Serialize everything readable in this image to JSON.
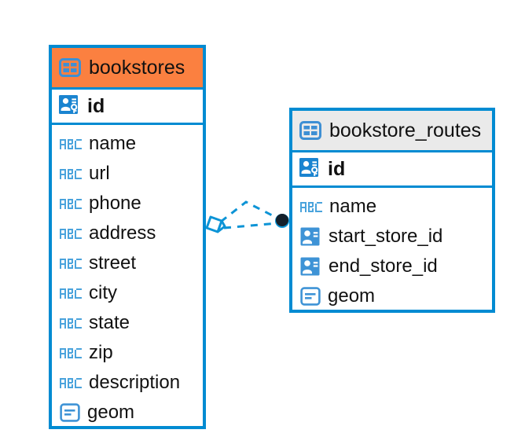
{
  "diagram": {
    "type": "entity-relationship-diagram",
    "background_color": "#ffffff",
    "accent_color": "#008BD2",
    "entities": [
      {
        "id": "bookstores",
        "name": "bookstores",
        "header_color": "#FB8040",
        "icon": "table-icon",
        "primary_key": {
          "name": "id",
          "icon": "primary-key-icon"
        },
        "fields": [
          {
            "name": "name",
            "icon": "abc-text-icon"
          },
          {
            "name": "url",
            "icon": "abc-text-icon"
          },
          {
            "name": "phone",
            "icon": "abc-text-icon"
          },
          {
            "name": "address",
            "icon": "abc-text-icon"
          },
          {
            "name": "street",
            "icon": "abc-text-icon"
          },
          {
            "name": "city",
            "icon": "abc-text-icon"
          },
          {
            "name": "state",
            "icon": "abc-text-icon"
          },
          {
            "name": "zip",
            "icon": "abc-text-icon"
          },
          {
            "name": "description",
            "icon": "abc-text-icon"
          },
          {
            "name": "geom",
            "icon": "geometry-icon"
          }
        ]
      },
      {
        "id": "bookstore_routes",
        "name": "bookstore_routes",
        "header_color": "#EAEAEA",
        "icon": "table-icon",
        "primary_key": {
          "name": "id",
          "icon": "primary-key-icon"
        },
        "fields": [
          {
            "name": "name",
            "icon": "abc-text-icon"
          },
          {
            "name": "start_store_id",
            "icon": "foreign-key-icon"
          },
          {
            "name": "end_store_id",
            "icon": "foreign-key-icon"
          },
          {
            "name": "geom",
            "icon": "geometry-icon"
          }
        ]
      }
    ],
    "relationship": {
      "line_style": "dashed",
      "line_color": "#0D94D6",
      "source_marker": "diamond-optional-marker",
      "target_marker": "filled-circle-marker",
      "target_marker_color": "#15202B"
    }
  }
}
